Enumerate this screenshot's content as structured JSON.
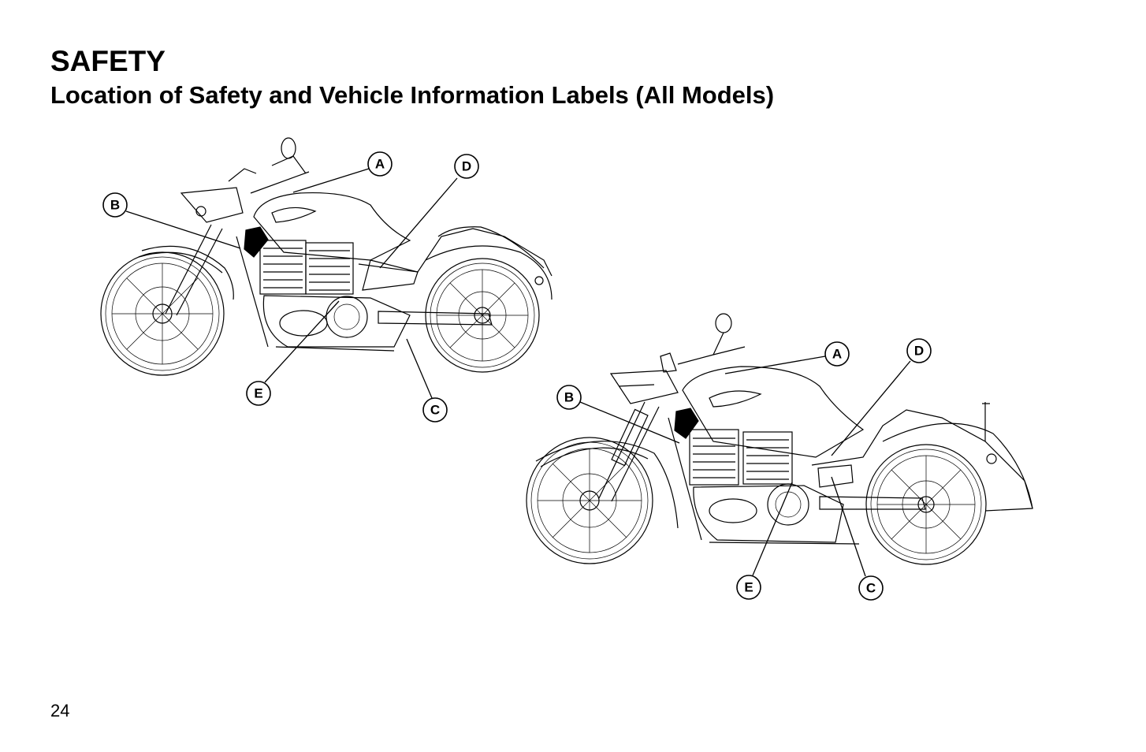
{
  "header": {
    "section": "SAFETY",
    "subtitle": "Location of Safety and Vehicle Information Labels (All Models)"
  },
  "figures": [
    {
      "callouts": [
        {
          "letter": "A"
        },
        {
          "letter": "B"
        },
        {
          "letter": "C"
        },
        {
          "letter": "D"
        },
        {
          "letter": "E"
        }
      ]
    },
    {
      "callouts": [
        {
          "letter": "A"
        },
        {
          "letter": "B"
        },
        {
          "letter": "C"
        },
        {
          "letter": "D"
        },
        {
          "letter": "E"
        }
      ]
    }
  ],
  "footer": {
    "page_number": "24"
  }
}
